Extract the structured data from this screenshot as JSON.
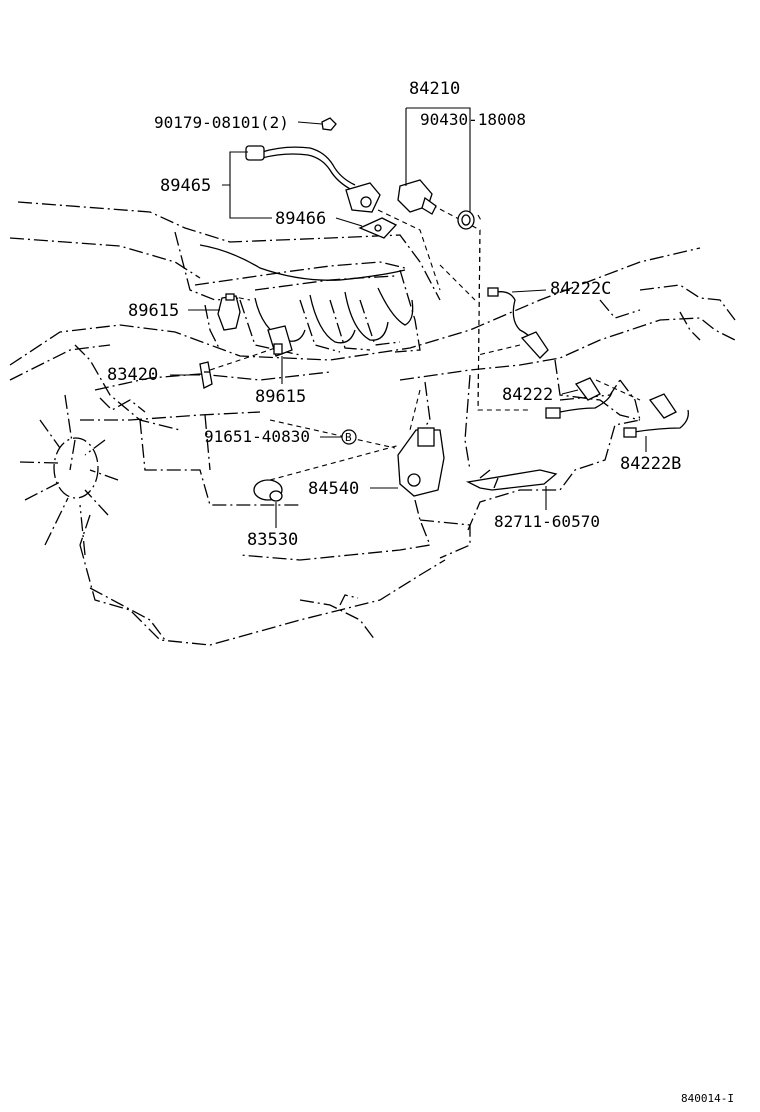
{
  "diagram": {
    "callouts": {
      "p84210": "84210",
      "p90430": "90430-18008",
      "p90179": "90179-08101(2)",
      "p89465": "89465",
      "p89466": "89466",
      "p89615a": "89615",
      "p84222c": "84222C",
      "p83420": "83420",
      "p89615b": "89615",
      "p84222": "84222",
      "p91651": "91651-40830",
      "p84540": "84540",
      "p84222b": "84222B",
      "p82711": "82711-60570",
      "p83530": "83530"
    },
    "circle_marker": "B",
    "figure_id": "840014-I"
  }
}
